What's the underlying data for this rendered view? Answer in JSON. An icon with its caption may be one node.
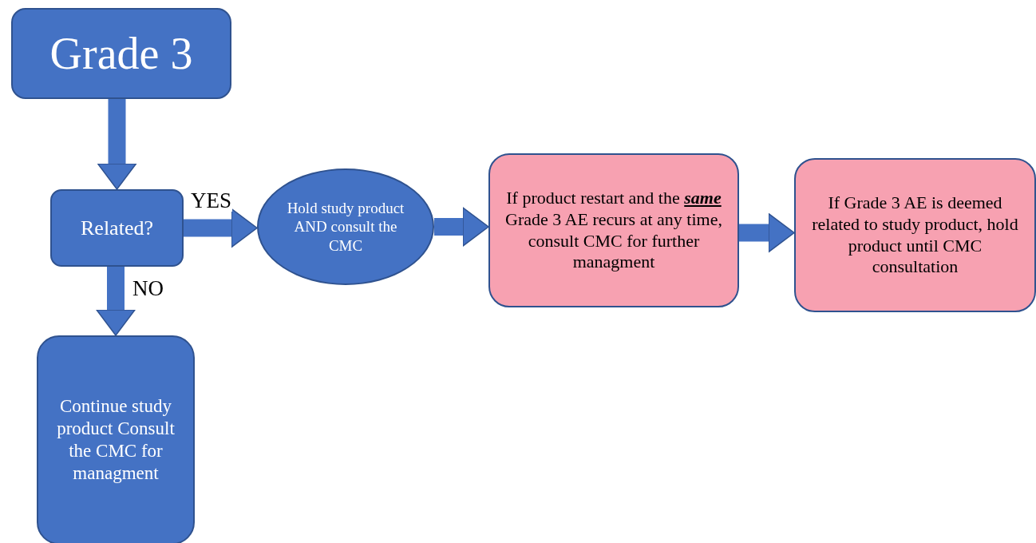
{
  "diagram": {
    "nodes": [
      {
        "text": [
          "Grade 3"
        ]
      },
      {
        "text": [
          "Related?"
        ]
      },
      {
        "text": [
          "Hold study product AND consult the CMC"
        ]
      },
      {
        "text": [
          "If product restart and the **same** Grade 3 AE recurs at any time, consult CMC for further managment"
        ]
      },
      {
        "text": [
          "If Grade 3 AE is deemed related to study product, hold product until CMC consultation"
        ]
      },
      {
        "text": [
          "Continue study product Consult the CMC for managment"
        ]
      }
    ],
    "edges": [
      {
        "from": 0,
        "to": 1,
        "arrow": "to"
      },
      {
        "from": 1,
        "to": 2,
        "arrow": "to",
        "label": "YES"
      },
      {
        "from": 1,
        "to": 5,
        "arrow": "to",
        "label": "NO"
      },
      {
        "from": 2,
        "to": 3,
        "arrow": "to"
      },
      {
        "from": 3,
        "to": 4,
        "arrow": "to"
      }
    ]
  }
}
